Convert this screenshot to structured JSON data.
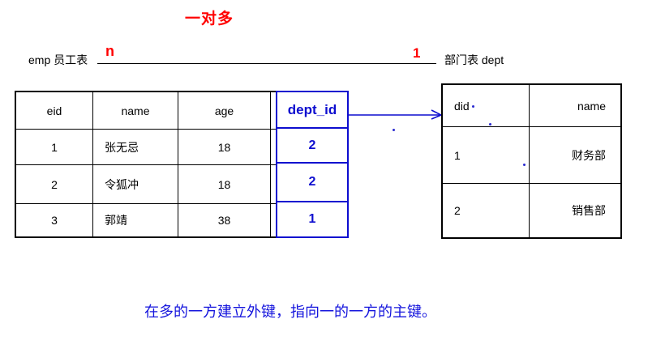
{
  "title": "一对多",
  "relationship": {
    "left_table_label": "emp 员工表",
    "many_cardinality": "n",
    "one_cardinality": "1",
    "right_table_label": "部门表 dept"
  },
  "emp_table": {
    "headers": [
      "eid",
      "name",
      "age",
      "dept_id"
    ],
    "rows": [
      [
        "1",
        "张无忌",
        "18"
      ],
      [
        "2",
        "令狐冲",
        "18"
      ],
      [
        "3",
        "郭靖",
        "38"
      ]
    ],
    "fk_values": [
      "2",
      "2",
      "1"
    ]
  },
  "dept_table": {
    "headers": [
      "did",
      "name"
    ],
    "rows": [
      [
        "1",
        "财务部"
      ],
      [
        "2",
        "销售部"
      ]
    ]
  },
  "caption": "在多的一方建立外键，指向一的一方的主键。",
  "colors": {
    "accent_red": "#ff0000",
    "fk_blue": "#0d0dcf",
    "caption_blue": "#1515dd",
    "table_border": "#000000"
  }
}
